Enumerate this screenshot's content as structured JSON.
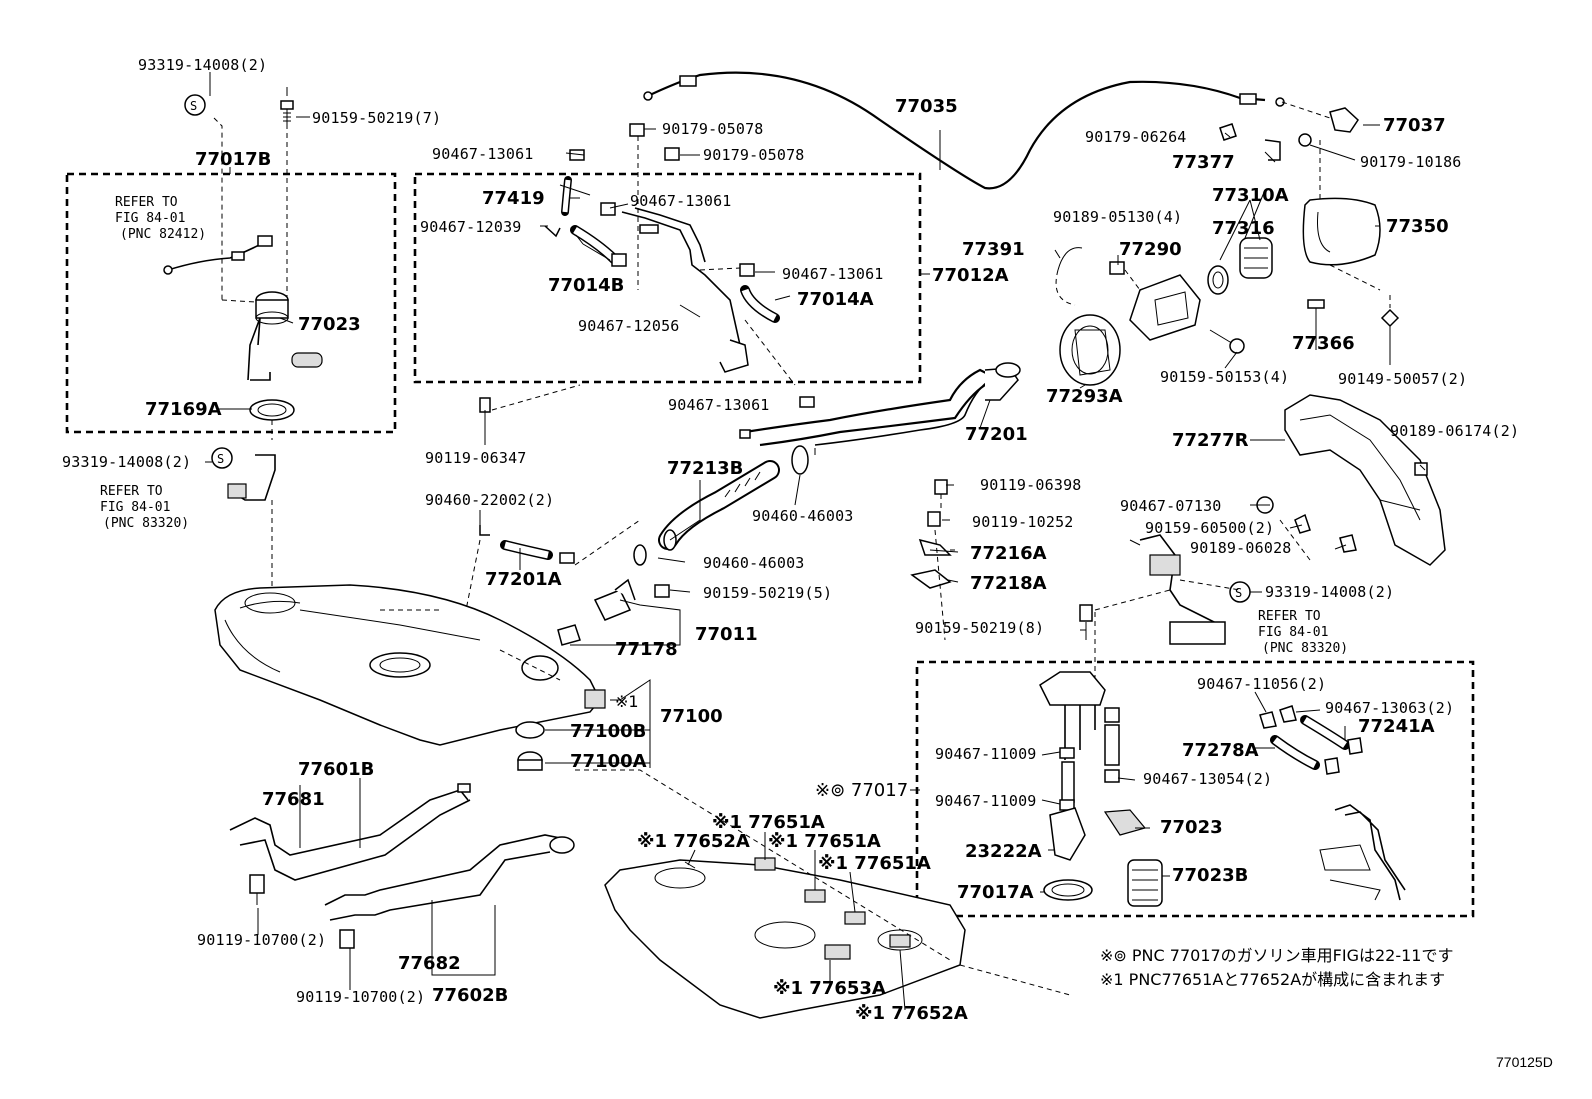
{
  "labels": {
    "l01": "93319-14008(2)",
    "l02": "90159-50219(7)",
    "l03": "77017B",
    "l04": "77023",
    "l05": "77169A",
    "l06": "93319-14008(2)",
    "l07": "90467-13061",
    "l08": "90179-05078",
    "l09": "90179-05078",
    "l10": "77419",
    "l11": "90467-13061",
    "l12": "90467-12039",
    "l13": "77014B",
    "l14": "90467-13061",
    "l15": "77012A",
    "l16": "77014A",
    "l17": "90467-12056",
    "l18": "90467-13061",
    "l19": "90119-06347",
    "l20": "77035",
    "l21": "77037",
    "l22": "90179-06264",
    "l23": "77377",
    "l24": "90179-10186",
    "l25": "77310A",
    "l26": "90189-05130(4)",
    "l27": "77316",
    "l28": "77350",
    "l29": "77391",
    "l30": "77290",
    "l31": "77293A",
    "l32": "90159-50153(4)",
    "l33": "77366",
    "l34": "90149-50057(2)",
    "l35": "77201",
    "l36": "77277R",
    "l37": "90189-06174(2)",
    "l38": "77213B",
    "l39": "90460-46003",
    "l40": "90460-22002(2)",
    "l41": "90460-46003",
    "l42": "77201A",
    "l43": "90159-50219(5)",
    "l44": "77178",
    "l45": "77011",
    "l46": "90119-06398",
    "l47": "90119-10252",
    "l48": "77216A",
    "l49": "77218A",
    "l50": "90467-07130",
    "l51": "90159-60500(2)",
    "l52": "90189-06028",
    "l53": "93319-14008(2)",
    "l54": "90159-50219(8)",
    "l55": "※1",
    "l56": "77100B",
    "l57": "77100",
    "l58": "77100A",
    "l59": "77601B",
    "l60": "77681",
    "l61": "90119-10700(2)",
    "l62": "77682",
    "l63": "90119-10700(2)",
    "l64": "77602B",
    "l65": "※⊚ 77017",
    "l66": "※1 77651A",
    "l67": "※1 77652A",
    "l68": "※1 77651A",
    "l69": "※1 77651A",
    "l70": "※1 77653A",
    "l71": "※1 77652A",
    "l72": "90467-11056(2)",
    "l73": "90467-13063(2)",
    "l74": "77241A",
    "l75": "77278A",
    "l76": "90467-11009",
    "l77": "90467-13054(2)",
    "l78": "90467-11009",
    "l79": "77023",
    "l80": "23222A",
    "l81": "77017A",
    "l82": "77023B"
  },
  "refs": {
    "r1a": "REFER TO",
    "r1b": "FIG 84-01",
    "r1c": "(PNC 82412)",
    "r2a": "REFER TO",
    "r2b": "FIG 84-01",
    "r2c": "(PNC 83320)",
    "r3a": "REFER TO",
    "r3b": "FIG 84-01",
    "r3c": "(PNC 83320)"
  },
  "notes": {
    "n1": "※⊚ PNC 77017のガソリン車用FIGは22-11です",
    "n2": "※1 PNC77651Aと77652Aが構成に含まれます"
  },
  "drawing_code": "770125D"
}
